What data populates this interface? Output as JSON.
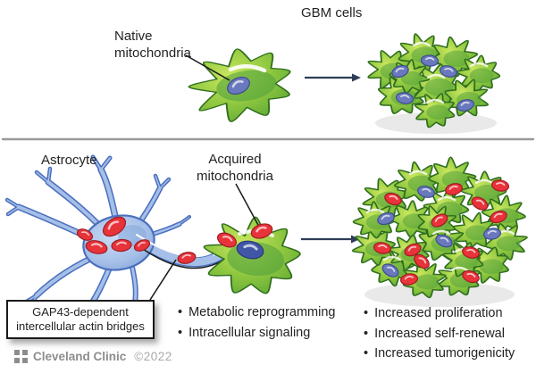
{
  "bullet": "•",
  "top_section": {
    "title": "GBM cells",
    "native_mitochondria_label": "Native mitochondria"
  },
  "bottom_section": {
    "astrocyte_label": "Astrocyte",
    "acquired_mitochondria_label": "Acquired mitochondria",
    "bridge_box_label": "GAP43-dependent intercellular actin bridges",
    "effects": [
      "Metabolic reprogramming",
      "Intracellular signaling"
    ],
    "outcomes": [
      "Increased proliferation",
      "Increased self-renewal",
      "Increased tumorigenicity"
    ]
  },
  "footer": {
    "brand": "Cleveland Clinic",
    "copyright": "©2022"
  },
  "colors": {
    "text": "#232323",
    "divider": "#9a9a9a",
    "arrow": "#2e3d57",
    "pointer": "#1a1a1a",
    "cell_fill": "#8dc63f",
    "cell_fill_light": "#c8e65e",
    "cell_fill_dark": "#5aa534",
    "cell_stroke": "#2f6e1e",
    "nucleus_fill": "#4f9e3c",
    "mito_red": "#e8333b",
    "mito_red_stroke": "#9e1c22",
    "mito_purple": "#6a79bd",
    "mito_purple_stroke": "#3b4a92",
    "mito_navy": "#4156a6",
    "mito_navy_stroke": "#2a3878",
    "astro_fill": "#a5bfe8",
    "astro_fill_light": "#c9dcf5",
    "astro_fill_dark": "#7d9fd6",
    "astro_stroke": "#4a6fbe",
    "box_border": "#1a1a1a",
    "footer_gray": "#8d8d8d",
    "footer_light": "#a8a8a8",
    "white": "#ffffff"
  }
}
